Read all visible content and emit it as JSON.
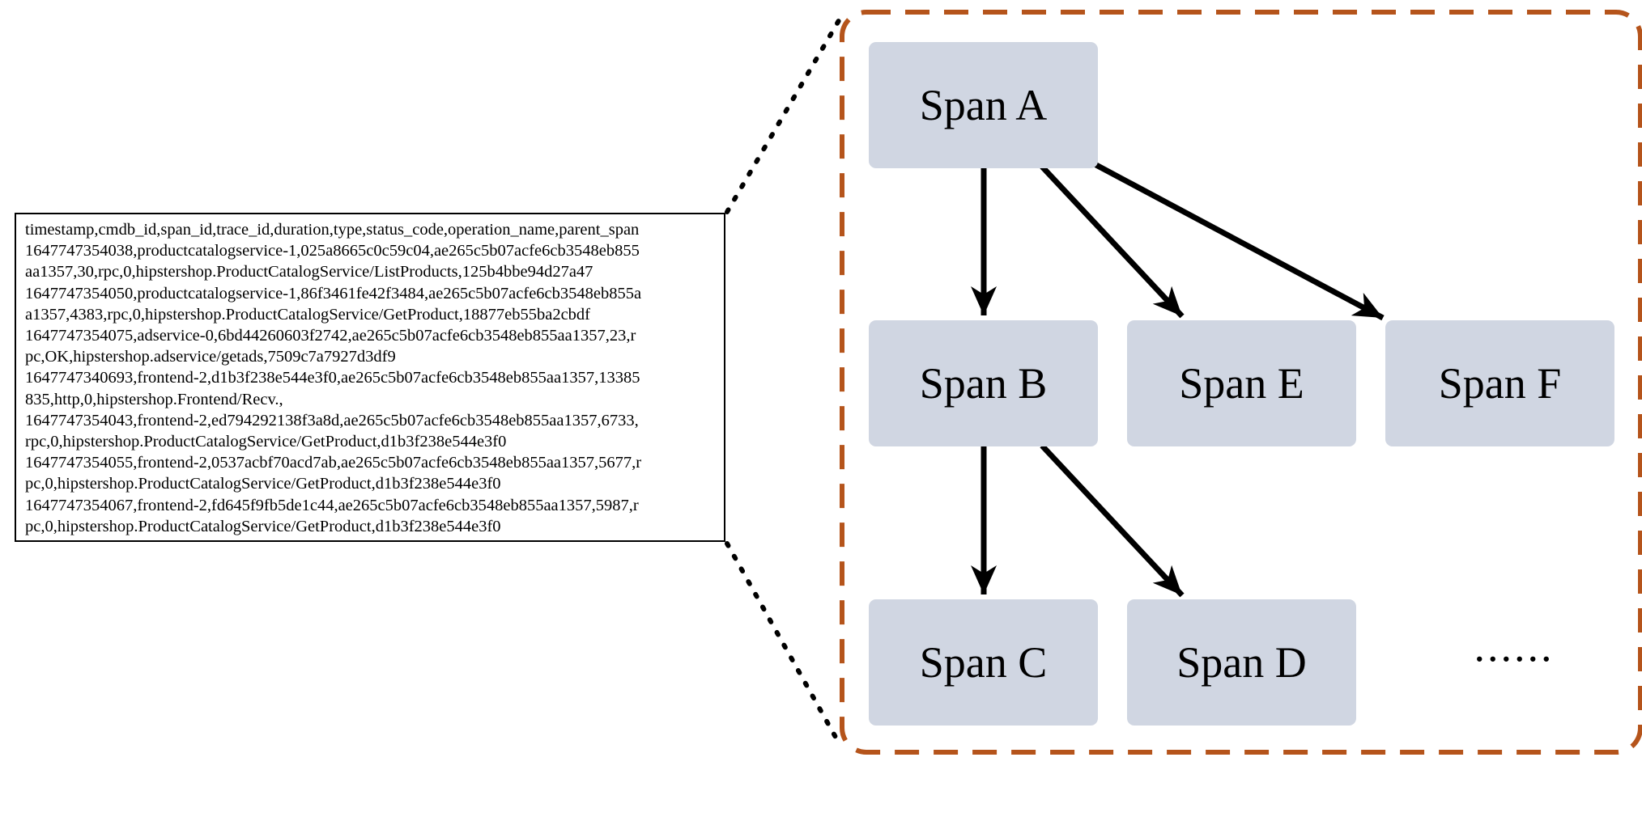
{
  "log": {
    "lines": [
      "timestamp,cmdb_id,span_id,trace_id,duration,type,status_code,operation_name,parent_span",
      "1647747354038,productcatalogservice-1,025a8665c0c59c04,ae265c5b07acfe6cb3548eb855",
      "aa1357,30,rpc,0,hipstershop.ProductCatalogService/ListProducts,125b4bbe94d27a47",
      "1647747354050,productcatalogservice-1,86f3461fe42f3484,ae265c5b07acfe6cb3548eb855a",
      "a1357,4383,rpc,0,hipstershop.ProductCatalogService/GetProduct,18877eb55ba2cbdf",
      "1647747354075,adservice-0,6bd44260603f2742,ae265c5b07acfe6cb3548eb855aa1357,23,r",
      "pc,OK,hipstershop.adservice/getads,7509c7a7927d3df9",
      "1647747340693,frontend-2,d1b3f238e544e3f0,ae265c5b07acfe6cb3548eb855aa1357,13385",
      "835,http,0,hipstershop.Frontend/Recv.,",
      "1647747354043,frontend-2,ed794292138f3a8d,ae265c5b07acfe6cb3548eb855aa1357,6733,",
      "rpc,0,hipstershop.ProductCatalogService/GetProduct,d1b3f238e544e3f0",
      "1647747354055,frontend-2,0537acbf70acd7ab,ae265c5b07acfe6cb3548eb855aa1357,5677,r",
      "pc,0,hipstershop.ProductCatalogService/GetProduct,d1b3f238e544e3f0",
      "1647747354067,frontend-2,fd645f9fb5de1c44,ae265c5b07acfe6cb3548eb855aa1357,5987,r",
      "pc,0,hipstershop.ProductCatalogService/GetProduct,d1b3f238e544e3f0"
    ]
  },
  "spans": {
    "a": "Span A",
    "b": "Span B",
    "c": "Span C",
    "d": "Span D",
    "e": "Span E",
    "f": "Span F",
    "more": "......"
  },
  "edges": [
    {
      "from": "a",
      "to": "b"
    },
    {
      "from": "a",
      "to": "e"
    },
    {
      "from": "a",
      "to": "f"
    },
    {
      "from": "b",
      "to": "c"
    },
    {
      "from": "b",
      "to": "d"
    }
  ],
  "colors": {
    "span_fill": "#d0d6e2",
    "dashed_border": "#b5541b",
    "text": "#000000"
  }
}
